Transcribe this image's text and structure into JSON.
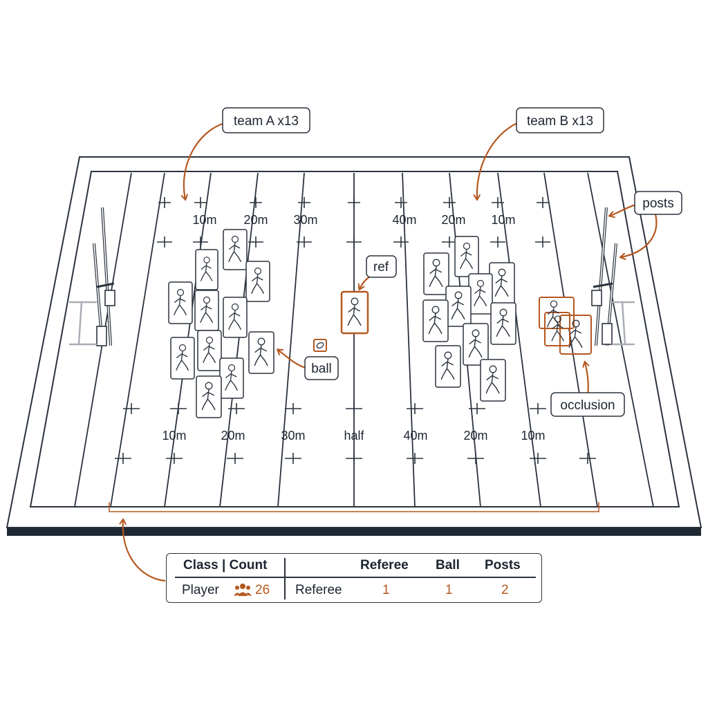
{
  "callouts": {
    "team_a": "team A x13",
    "team_b": "team B x13",
    "posts": "posts",
    "ref": "ref",
    "ball": "ball",
    "occlusion": "occlusion"
  },
  "field_labels": {
    "top": [
      "10m",
      "20m",
      "30m",
      "40m",
      "20m",
      "10m"
    ],
    "bottom": [
      "10m",
      "20m",
      "30m",
      "half",
      "40m",
      "20m",
      "10m"
    ]
  },
  "table": {
    "left_header": "Class | Count",
    "left_row_label": "Player",
    "left_row_icon": "people-icon",
    "left_row_value": "26",
    "right_headers": [
      "Referee",
      "Ball",
      "Posts"
    ],
    "right_row_label": "Referee",
    "right_row_values": [
      "1",
      "1",
      "2"
    ]
  },
  "colors": {
    "accent": "#b5571f",
    "ink": "#1c2430",
    "field_line": "#2a323d",
    "post_line": "#a9aeb5"
  }
}
